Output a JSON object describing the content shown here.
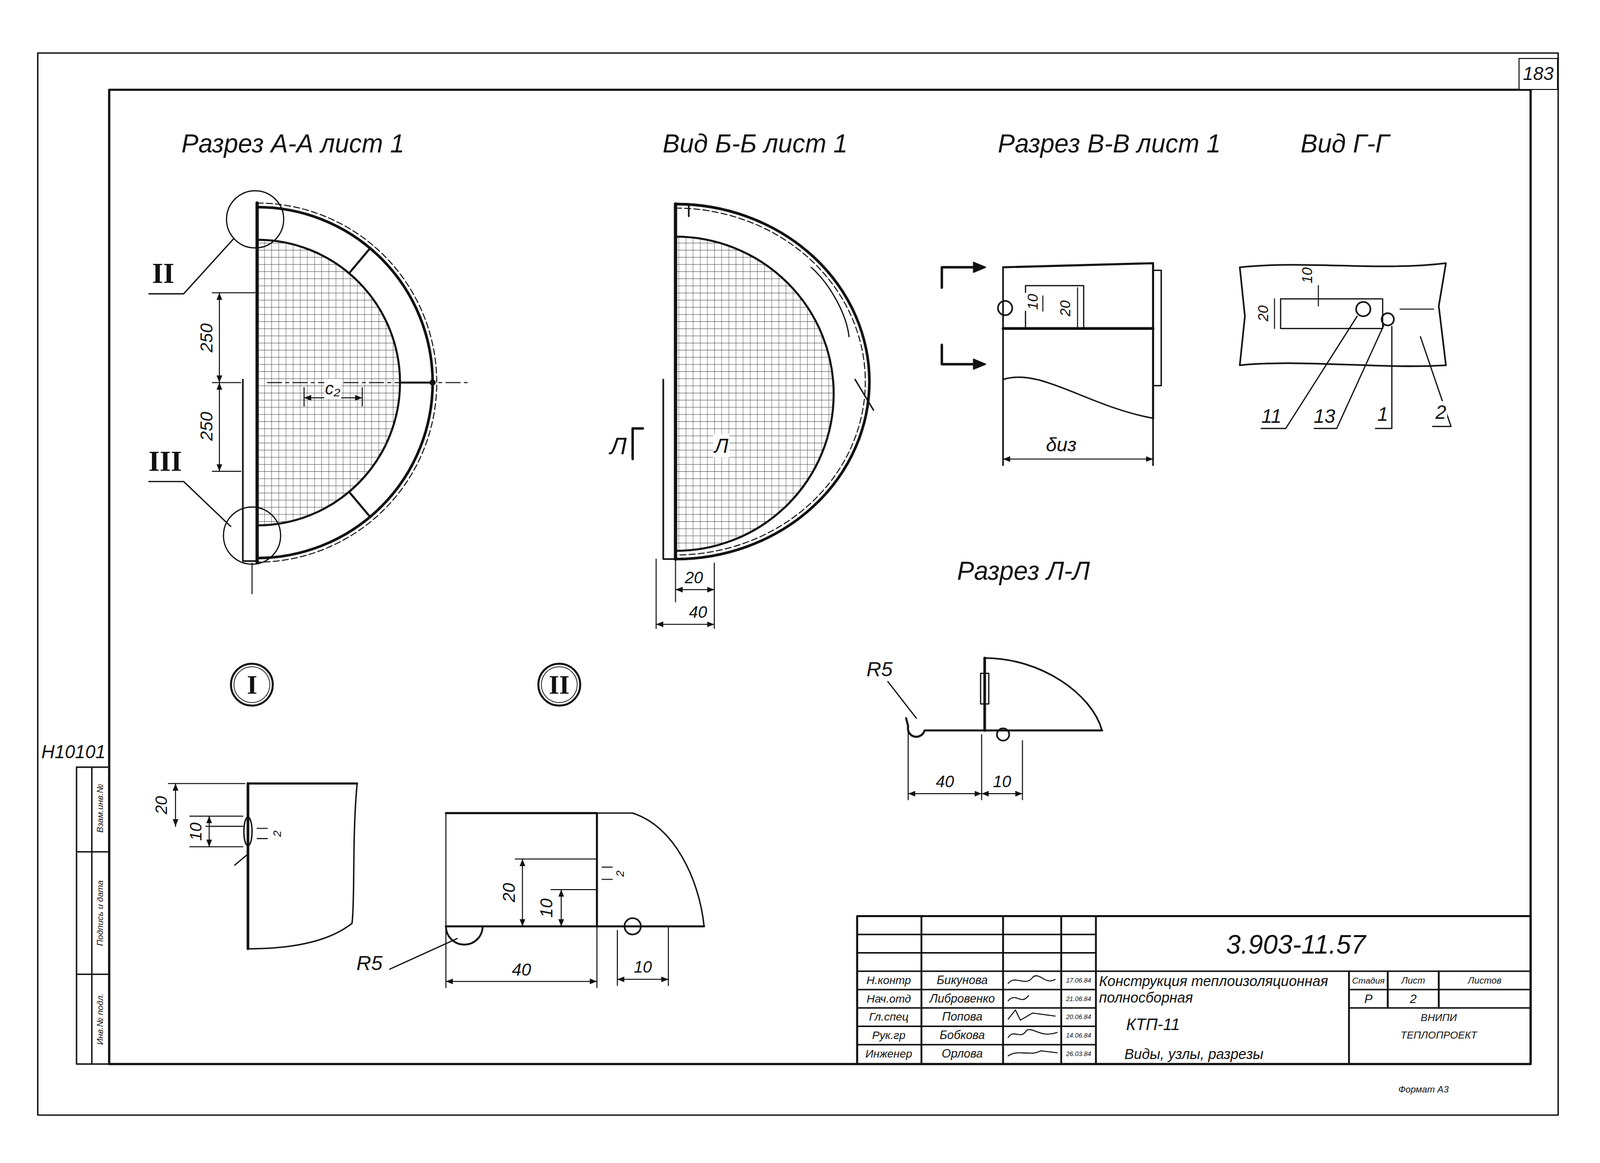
{
  "diagram": {
    "nodes": [
      {
        "text": [
          "183"
        ]
      },
      {
        "text": [
          "I"
        ]
      },
      {
        "text": [
          "II"
        ]
      }
    ],
    "labels": [
      "Разрез А-А лист 1",
      "Вид Б-Б лист 1",
      "Разрез В-В лист 1",
      "Вид Г-Г",
      "Разрез Л-Л",
      "II",
      "III",
      "250",
      "250",
      "с₂",
      "Л",
      "Л",
      "20",
      "40",
      "10",
      "20",
      "δиз",
      "10",
      "20",
      "11",
      "13",
      "1",
      "2",
      "R5",
      "40",
      "10",
      "20",
      "10",
      "2",
      "20",
      "10",
      "2",
      "R5",
      "40",
      "10",
      "Н10101",
      "Взам.инв.№",
      "Подпись и дата",
      "Инв.№ подл.",
      "3.903-11.57",
      "Н.контр",
      "Нач.отд",
      "Гл.спец",
      "Рук.гр",
      "Инженер",
      "Бикунова",
      "Либровенко",
      "Попова",
      "Бобкова",
      "Орлова",
      "17.06.84",
      "21.06.84",
      "20.06.84",
      "14.06.84",
      "26.03.84",
      "Конструкция теплоизоляционная полносборная",
      "КТП-11",
      "Виды, узлы, разрезы",
      "Стадия",
      "Лист",
      "Листов",
      "Р",
      "2",
      "ВНИПИ",
      "ТЕПЛОПРОЕКТ",
      "Формат А3"
    ]
  }
}
